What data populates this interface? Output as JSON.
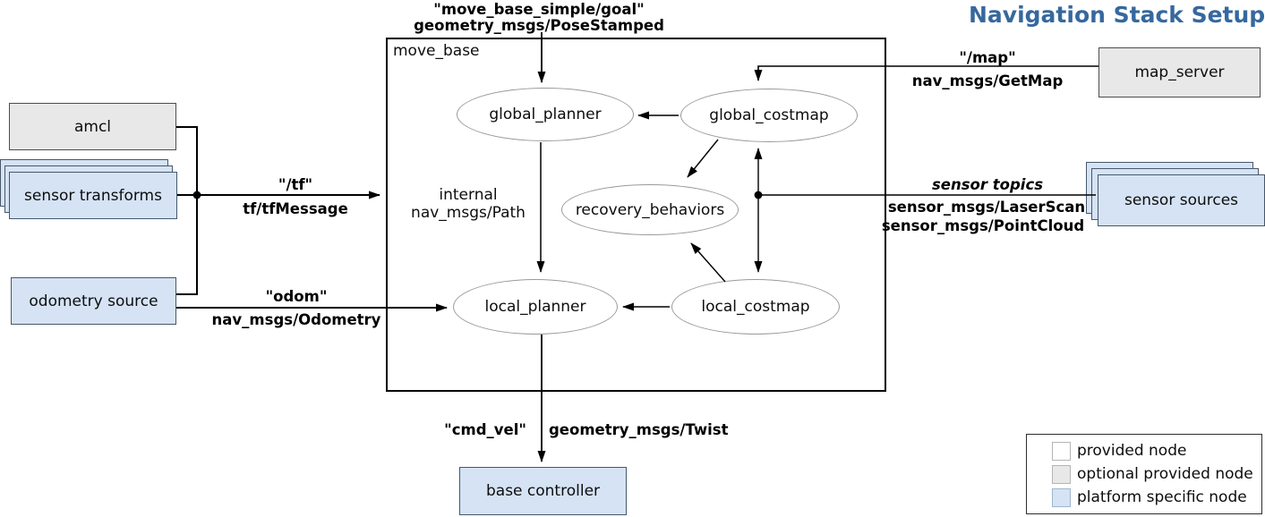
{
  "title": {
    "text": "Navigation Stack Setup",
    "color": "#36689E"
  },
  "nodes": {
    "move_base": "move_base",
    "amcl": "amcl",
    "sensor_transforms": "sensor transforms",
    "odometry_source": "odometry source",
    "map_server": "map_server",
    "sensor_sources": "sensor sources",
    "base_controller": "base controller",
    "global_planner": "global_planner",
    "global_costmap": "global_costmap",
    "recovery_behaviors": "recovery_behaviors",
    "local_planner": "local_planner",
    "local_costmap": "local_costmap"
  },
  "topics": {
    "goal": {
      "topic": "\"move_base_simple/goal\"",
      "type": "geometry_msgs/PoseStamped"
    },
    "tf": {
      "topic": "\"/tf\"",
      "type": "tf/tfMessage"
    },
    "odom": {
      "topic": "\"odom\"",
      "type": "nav_msgs/Odometry"
    },
    "map": {
      "topic": "\"/map\"",
      "type": "nav_msgs/GetMap"
    },
    "sensor": {
      "topic": "sensor topics",
      "type1": "sensor_msgs/LaserScan",
      "type2": "sensor_msgs/PointCloud"
    },
    "internal": {
      "line1": "internal",
      "line2": "nav_msgs/Path"
    },
    "cmd_vel": {
      "topic": "\"cmd_vel\"",
      "type": "geometry_msgs/Twist"
    }
  },
  "legend": {
    "items": [
      {
        "label": "provided node",
        "swatch": "#ffffff"
      },
      {
        "label": "optional provided node",
        "swatch": "#e8e8e8"
      },
      {
        "label": "platform specific node",
        "swatch": "#d5e3f5"
      }
    ]
  },
  "colors": {
    "title": "#36689E",
    "provided_node_fill": "#ffffff",
    "optional_node_fill": "#e8e8e8",
    "platform_node_fill": "#d5e3f5",
    "line": "#000000",
    "ellipse_border": "#9a9a9a"
  }
}
